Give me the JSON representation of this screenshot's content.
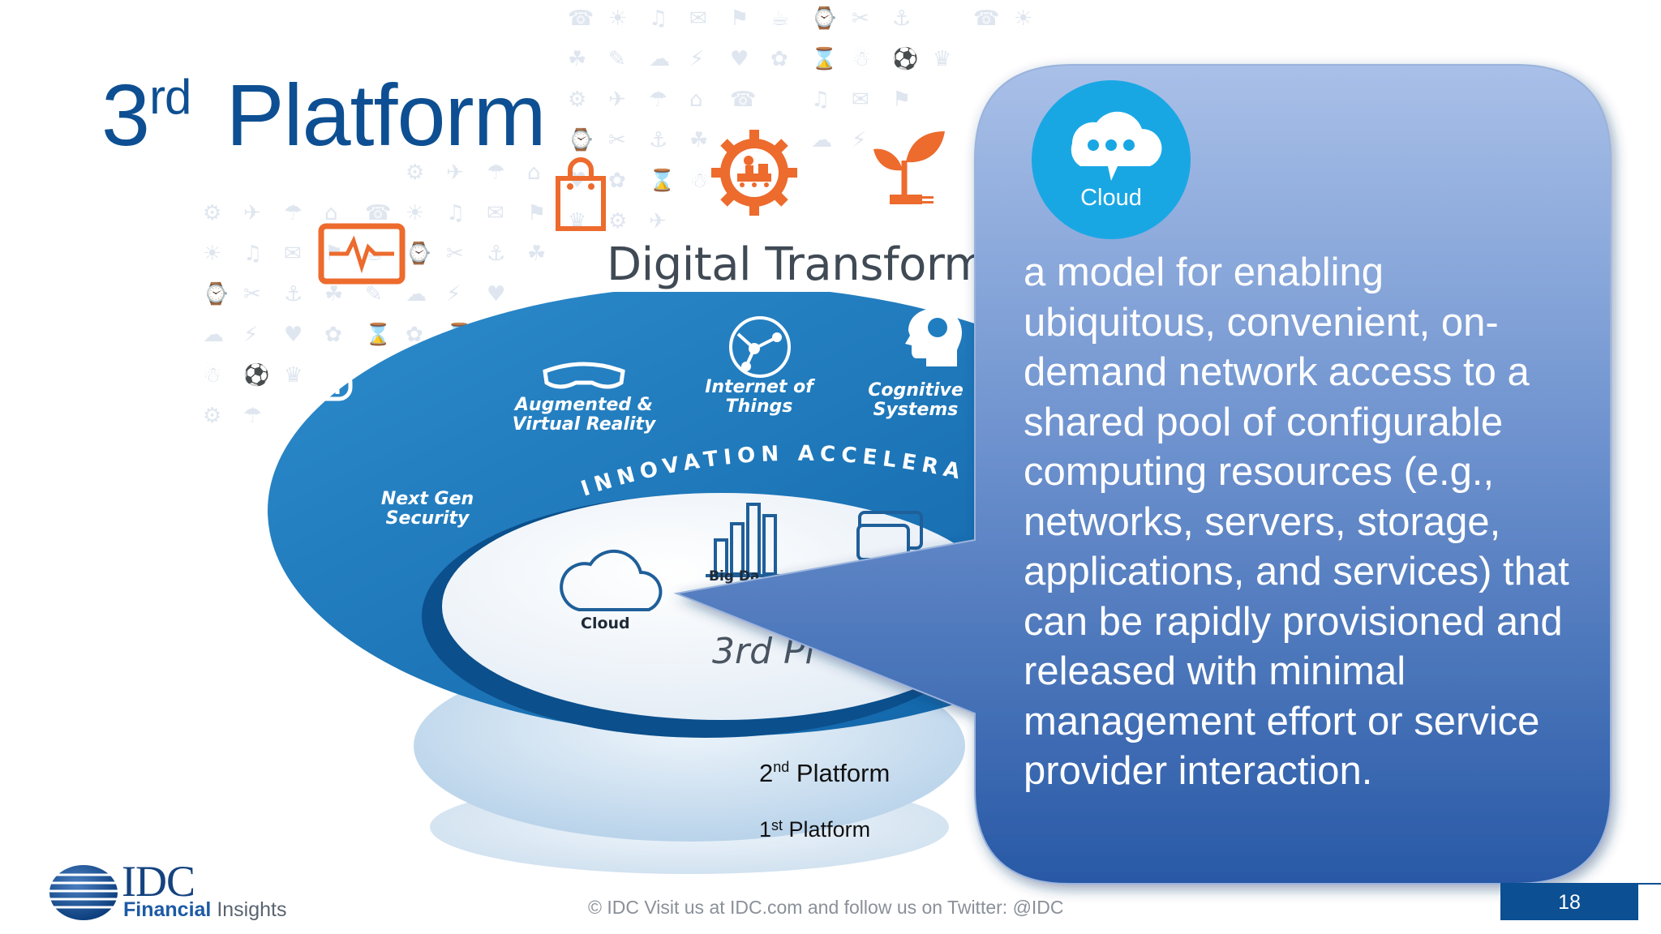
{
  "slide": {
    "title_main": "3",
    "title_sup": "rd",
    "title_rest": " Platform",
    "digital_transformation": "Digital Transformat",
    "ring_labels": {
      "augmented": "Augmented & Virtual Reality",
      "iot": "Internet of Things",
      "cognitive": "Cognitive Systems",
      "security": "Next Gen Security",
      "innovation": "INNOVATION ACCELERA"
    },
    "inner": {
      "cloud": "Cloud",
      "big_data": "Big Da",
      "third_platform": "3rd Pl"
    },
    "platforms": {
      "second_num": "2",
      "second_sup": "nd",
      "second_rest": " Platform",
      "first_num": "1",
      "first_sup": "st",
      "first_rest": " Platform"
    },
    "callout": {
      "icon_label": "Cloud",
      "definition": "a model for enabling ubiquitous, convenient, on-demand network access to a shared pool of configurable computing resources (e.g., networks, servers, storage, applications, and services) that can be rapidly provisioned and released with minimal management effort or service provider interaction."
    },
    "logo": {
      "idc": "IDC",
      "financial": "Financial",
      "insights": " Insights"
    },
    "footer": "© IDC   Visit us at IDC.com and follow us on Twitter: @IDC",
    "page_number": "18",
    "colors": {
      "title": "#0d4f92",
      "accent_orange": "#ec6b2d",
      "ring_blue": "#1f7dc0",
      "callout_top": "#a7bde6",
      "callout_bottom": "#2a5aa8",
      "cloud_icon_bg": "#1aa8e6"
    }
  }
}
